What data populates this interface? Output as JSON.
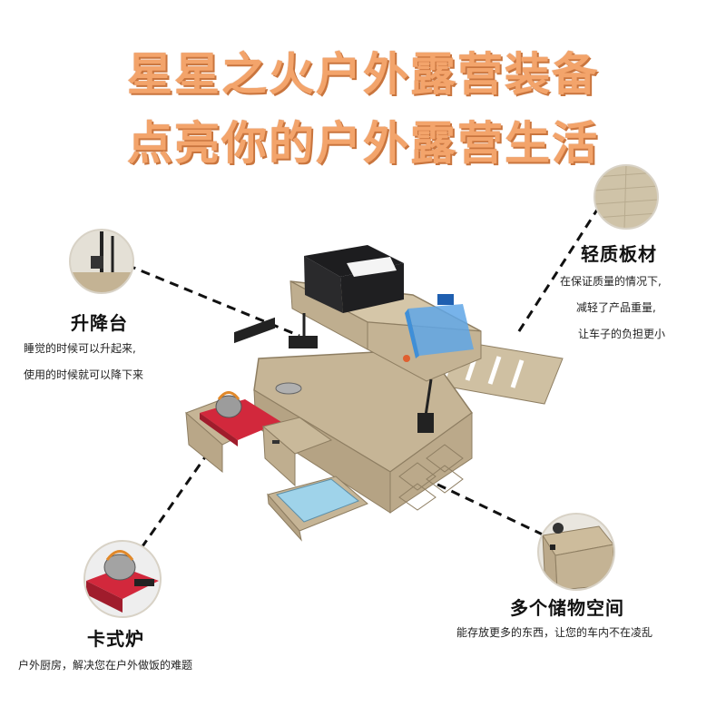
{
  "headline": {
    "line1": "星星之火户外露营装备",
    "line2": "点亮你的户外露营生活",
    "color": "#f3a46b",
    "shadow_color": "#c9753e"
  },
  "features": {
    "lift": {
      "title": "升降台",
      "lines": [
        "睡觉的时候可以升起来,",
        "使用的时候就可以降下来"
      ]
    },
    "board": {
      "title": "轻质板材",
      "lines": [
        "在保证质量的情况下,",
        "减轻了产品重量,",
        "让车子的负担更小"
      ]
    },
    "storage": {
      "title": "多个储物空间",
      "lines": [
        "能存放更多的东西，让您的车内不在凌乱"
      ]
    },
    "stove": {
      "title": "卡式炉",
      "lines": [
        "户外厨房，解决您在户外做饭的难题"
      ]
    }
  },
  "colors": {
    "wood": "#c9b99a",
    "wood_dark": "#a8977a",
    "stove_red": "#d2283c",
    "basin_blue": "#9fd3ea",
    "water_blue": "#3f8fd8"
  }
}
